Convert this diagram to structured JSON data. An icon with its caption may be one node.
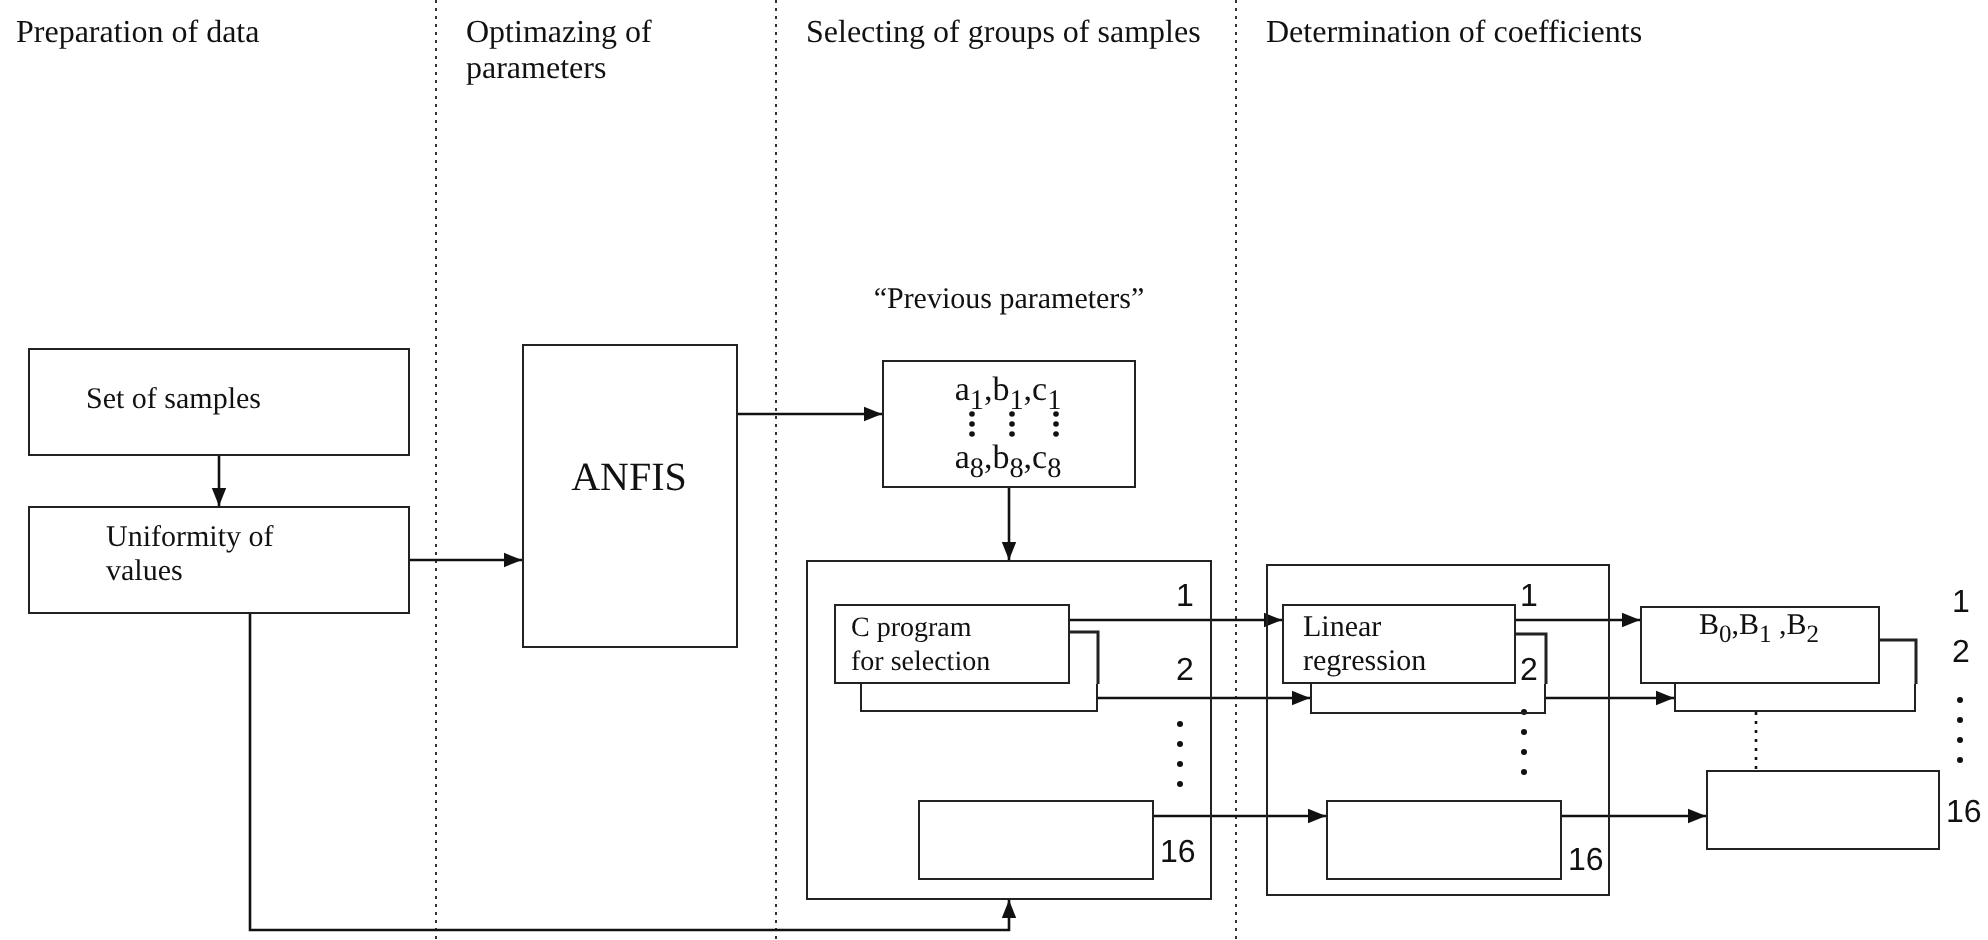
{
  "diagram": {
    "nodes": [
      {
        "text": [
          "Set of samples"
        ]
      },
      {
        "text": [
          "Uniformity of values"
        ]
      },
      {
        "text": [
          "ANFIS"
        ]
      },
      {
        "text": [
          "“Previous parameters”",
          "a$_{1}$,b$_{1}$,c$_{1}$",
          "a$_{8}$,b$_{8}$,c$_{8}$"
        ]
      },
      {
        "text": [],
        "shape": "box"
      },
      {
        "text": [
          "C program for selection"
        ],
        "in": 4
      },
      {
        "text": [],
        "shape": "box",
        "in": 4
      },
      {
        "text": [],
        "shape": "box",
        "in": 4
      },
      {
        "text": [],
        "shape": "box"
      },
      {
        "text": [
          "Linear regression"
        ],
        "in": 8
      },
      {
        "text": [],
        "shape": "box",
        "in": 8
      },
      {
        "text": [],
        "shape": "box",
        "in": 8
      },
      {
        "text": [
          "B$_{0}$,B$_{1}$ ,B$_{2}$"
        ]
      },
      {
        "text": [],
        "shape": "box"
      },
      {
        "text": [],
        "shape": "box"
      }
    ],
    "edges": [
      {
        "from": 0,
        "to": 1,
        "arrow": "to"
      },
      {
        "from": 1,
        "to": 2,
        "arrow": "to"
      },
      {
        "from": 2,
        "to": 3,
        "arrow": "to"
      },
      {
        "from": 3,
        "to": 4,
        "arrow": "to"
      },
      {
        "from": 1,
        "to": 4,
        "arrow": "to"
      },
      {
        "from": 5,
        "to": 9,
        "arrow": "to"
      },
      {
        "from": 6,
        "to": 10,
        "arrow": "to"
      },
      {
        "from": 7,
        "to": 11,
        "arrow": "to"
      },
      {
        "from": 9,
        "to": 12,
        "arrow": "to"
      },
      {
        "from": 10,
        "to": 13,
        "arrow": "to"
      },
      {
        "from": 11,
        "to": 14,
        "arrow": "to"
      },
      {
        "from": 13,
        "to": 14,
        "arrow": "none",
        "style": "dashed"
      }
    ],
    "labels": [
      "Preparation of data",
      "Optimazing of parameters",
      "Selecting of groups of samples",
      "Determination of coefficients",
      "1",
      "2",
      "16",
      "1",
      "2",
      "16",
      "1",
      "2",
      "16"
    ]
  }
}
